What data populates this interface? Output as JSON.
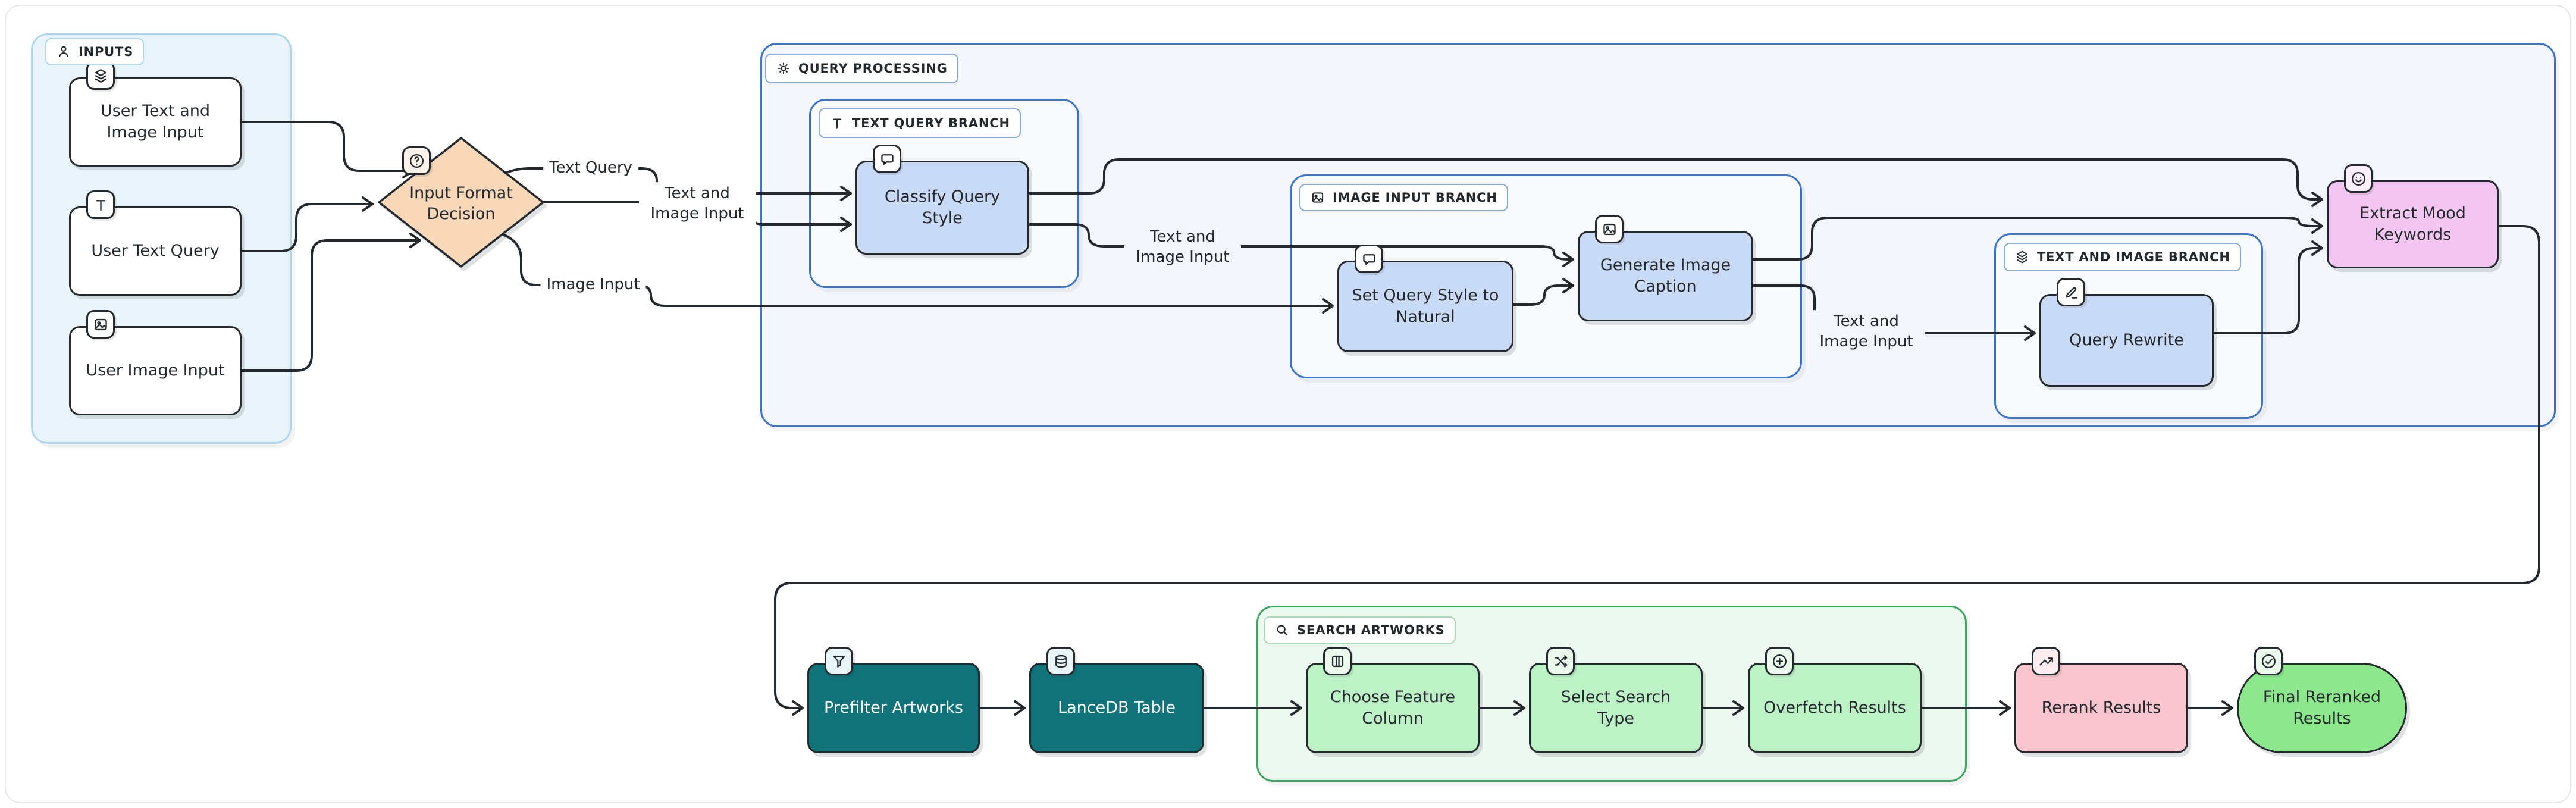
{
  "groups": {
    "inputs": {
      "label": "INPUTS",
      "icon": "person-icon"
    },
    "query_processing": {
      "label": "QUERY PROCESSING",
      "icon": "gear-icon"
    },
    "text_query_branch": {
      "label": "TEXT QUERY BRANCH",
      "icon": "text-icon"
    },
    "image_input_branch": {
      "label": "IMAGE INPUT BRANCH",
      "icon": "image-icon"
    },
    "text_and_image_branch": {
      "label": "TEXT AND IMAGE BRANCH",
      "icon": "layers-icon"
    },
    "search_artworks": {
      "label": "SEARCH ARTWORKS",
      "icon": "search-icon"
    }
  },
  "nodes": {
    "user_text_and_image_input": {
      "label": "User Text and Image Input",
      "icon": "layers-icon",
      "shape": "rect",
      "fill": "#ffffff"
    },
    "user_text_query": {
      "label": "User Text Query",
      "icon": "text-icon",
      "shape": "rect",
      "fill": "#ffffff"
    },
    "user_image_input": {
      "label": "User Image Input",
      "icon": "image-icon",
      "shape": "rect",
      "fill": "#ffffff"
    },
    "input_format_decision": {
      "label": "Input Format Decision",
      "icon": "question-icon",
      "shape": "diamond",
      "fill": "#f8d8b8"
    },
    "classify_query_style": {
      "label": "Classify Query Style",
      "icon": "chat-icon",
      "shape": "rect",
      "fill": "#c9daf7"
    },
    "set_query_style_to_natural": {
      "label": "Set Query Style to Natural",
      "icon": "chat-icon",
      "shape": "rect",
      "fill": "#c9daf7"
    },
    "generate_image_caption": {
      "label": "Generate Image Caption",
      "icon": "image-icon",
      "shape": "rect",
      "fill": "#c9daf7"
    },
    "query_rewrite": {
      "label": "Query Rewrite",
      "icon": "pencil-icon",
      "shape": "rect",
      "fill": "#c9daf7"
    },
    "extract_mood_keywords": {
      "label": "Extract Mood Keywords",
      "icon": "smiley-icon",
      "shape": "rect",
      "fill": "#f3c6f1"
    },
    "prefilter_artworks": {
      "label": "Prefilter Artworks",
      "icon": "funnel-icon",
      "shape": "rect",
      "fill": "#11737a"
    },
    "lancedb_table": {
      "label": "LanceDB Table",
      "icon": "database-icon",
      "shape": "rect",
      "fill": "#11737a"
    },
    "choose_feature_column": {
      "label": "Choose Feature Column",
      "icon": "columns-icon",
      "shape": "rect",
      "fill": "#bdf2c6"
    },
    "select_search_type": {
      "label": "Select Search Type",
      "icon": "shuffle-icon",
      "shape": "rect",
      "fill": "#bdf2c6"
    },
    "overfetch_results": {
      "label": "Overfetch Results",
      "icon": "plus-circle-icon",
      "shape": "rect",
      "fill": "#bdf2c6"
    },
    "rerank_results": {
      "label": "Rerank Results",
      "icon": "trending-up-icon",
      "shape": "rect",
      "fill": "#f9c5ce"
    },
    "final_reranked_results": {
      "label": "Final Reranked Results",
      "icon": "check-circle-icon",
      "shape": "stadium",
      "fill": "#8de78d"
    }
  },
  "edge_labels": {
    "text_query": "Text Query",
    "text_and_image_input_1": "Text and Image Input",
    "image_input": "Image Input",
    "text_and_image_input_2": "Text and Image Input",
    "text_and_image_input_3": "Text and Image Input"
  },
  "colors": {
    "ink": "#24292e",
    "canvas": "#ffffff",
    "card-border": "#e4e7ec",
    "inputs-bg": "#eaf5fb",
    "inputs-border": "#aed7eb",
    "qp-bg": "#f3f6fc",
    "qp-border": "#3b74c9",
    "branch-label-border": "#88a9e0",
    "sa-bg": "#edf8f0",
    "sa-border": "#3fa660",
    "sa-label-border": "#a8dcb5",
    "node-blue": "#c9daf7",
    "node-peach": "#f8d8b8",
    "node-magenta": "#f3c6f1",
    "node-teal": "#11737a",
    "node-green": "#bdf2c6",
    "node-pink": "#f9c5ce",
    "node-bright-green": "#8de78d",
    "badge-bg": "#ffffff",
    "badge-teal-tint": "#e9f6f7",
    "badge-pink-tint": "#fdeff1",
    "badge-green-tint": "#ecfaee",
    "badge-magenta-tint": "#fdf0fb",
    "badge-peach-tint": "#fdf3ea",
    "label-on-white": "#ffffff",
    "label-on-qp": "#f3f6fc"
  }
}
